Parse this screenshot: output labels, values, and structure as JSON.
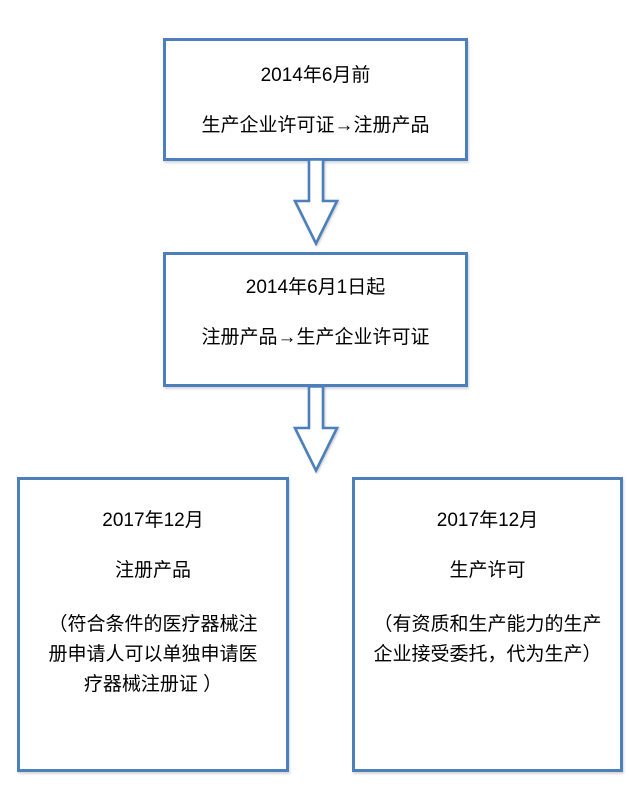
{
  "accent": {
    "box_border_color": "#4c7fbc",
    "box_fill_color": "#ffffff",
    "text_color": "#000000"
  },
  "boxes": [
    {
      "id": "stage-2014-before",
      "title": "2014年6月前",
      "body": "生产企业许可证→注册产品"
    },
    {
      "id": "stage-2014-june-onward",
      "title": "2014年6月1日起",
      "body": "注册产品→生产企业许可证"
    },
    {
      "id": "stage-2017-registered-product",
      "title": "2017年12月",
      "subtitle": "注册产品",
      "note": "（符合条件的医疗器械注\n册申请人可以单独申请医\n疗器械注册证 ）"
    },
    {
      "id": "stage-2017-production-license",
      "title": "2017年12月",
      "subtitle": "生产许可",
      "note": "（有资质和生产能力的生产\n企业接受委托，代为生产）"
    }
  ],
  "icons": [
    {
      "name": "down-arrow",
      "shape": "hollow-block-arrow-down",
      "color": "#4c7fbc"
    }
  ]
}
